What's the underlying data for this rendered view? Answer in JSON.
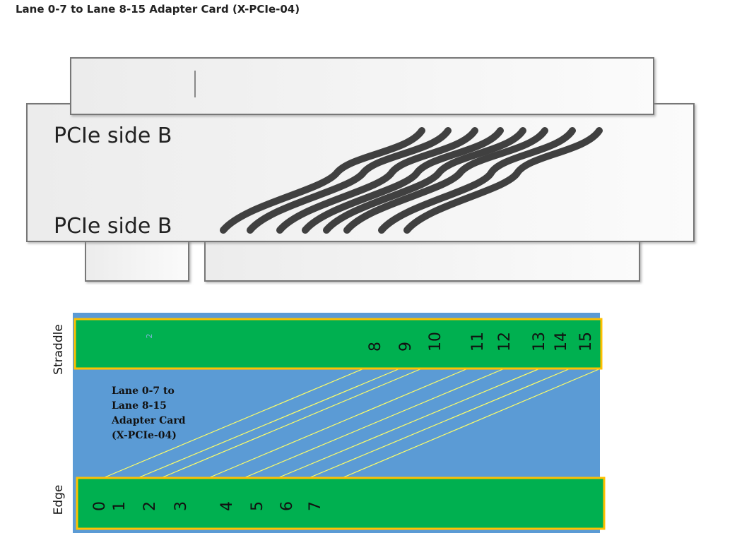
{
  "title": "Lane 0-7 to Lane 8-15 Adapter Card (X-PCIe-04)",
  "card_diagram": {
    "top_label": "PCIe side B",
    "bottom_label": "PCIe side B"
  },
  "lane_diagram": {
    "straddle_label": "Straddle",
    "edge_label": "Edge",
    "stray_mark": "2",
    "description": [
      "Lane 0-7 to",
      "Lane 8-15",
      "Adapter Card",
      "(X-PCIe-04)"
    ],
    "straddle_lanes": [
      "8",
      "9",
      "10",
      "11",
      "12",
      "13",
      "14",
      "15"
    ],
    "edge_lanes": [
      "0",
      "1",
      "2",
      "3",
      "4",
      "5",
      "6",
      "7"
    ],
    "colors": {
      "board": "#5b9bd5",
      "connector": "#00b050",
      "border": "#ffc000",
      "trace": "#ffff66",
      "wire": "#404040"
    }
  }
}
